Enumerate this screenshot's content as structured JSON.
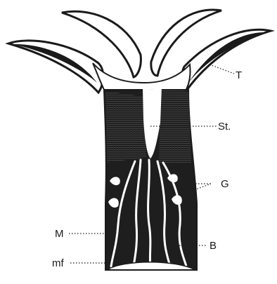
{
  "labels": {
    "T": "T",
    "St": "St.",
    "G": "G",
    "M": "M",
    "B": "B",
    "mf": "mf"
  },
  "colors": {
    "ink": "#1a1a1a",
    "tissue": "#2a2a2a",
    "paper": "#ffffff"
  }
}
